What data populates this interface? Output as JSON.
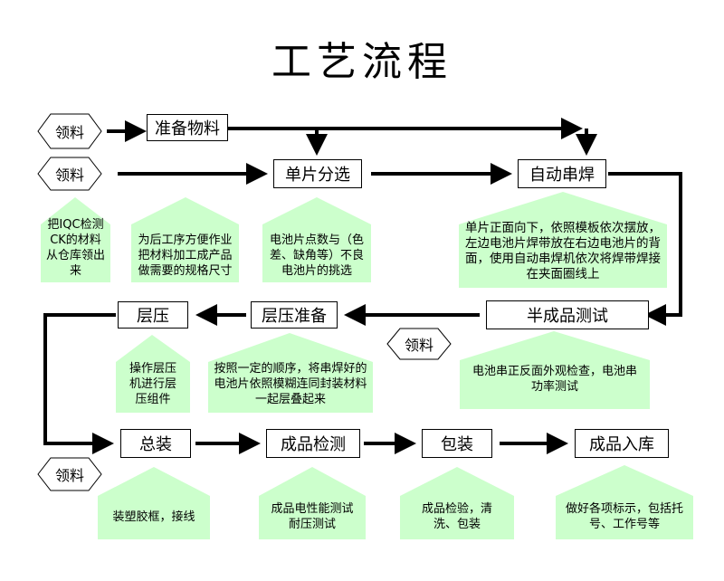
{
  "title": "工艺流程",
  "receive_label": "领料",
  "steps": {
    "prepare": "准备物料",
    "sort": "单片分选",
    "solder": "自动串焊",
    "semi_test": "半成品测试",
    "lam_prep": "层压准备",
    "laminate": "层压",
    "assemble": "总装",
    "inspect": "成品检测",
    "pack": "包装",
    "store": "成品入库"
  },
  "notes": {
    "n1": "把IQC检测CK的材料从仓库领出来",
    "n2": "为后工序方便作业把材料加工成产品做需要的规格尺寸",
    "n3": "电池片点数与（色差、缺角等）不良电池片的挑选",
    "n4": "单片正面向下，依照模板依次摆放，左边电池片焊带放在右边电池片的背面，使用自动串焊机依次将焊带焊接在夹面圈线上",
    "n5": "操作层压机进行层压组件",
    "n6": "按照一定的顺序，将串焊好的电池片依照模糊连同封装材料一起层叠起来",
    "n7": "电池串正反面外观检查，电池串功率测试",
    "n8": "装塑胶框，接线",
    "n9": "成品电性能测试耐压测试",
    "n10": "成品检验，清洗、包装",
    "n11": "做好各项标示，包括托号、工作号等"
  },
  "colors": {
    "note_fill": "#ccffcc",
    "line": "#000000"
  }
}
